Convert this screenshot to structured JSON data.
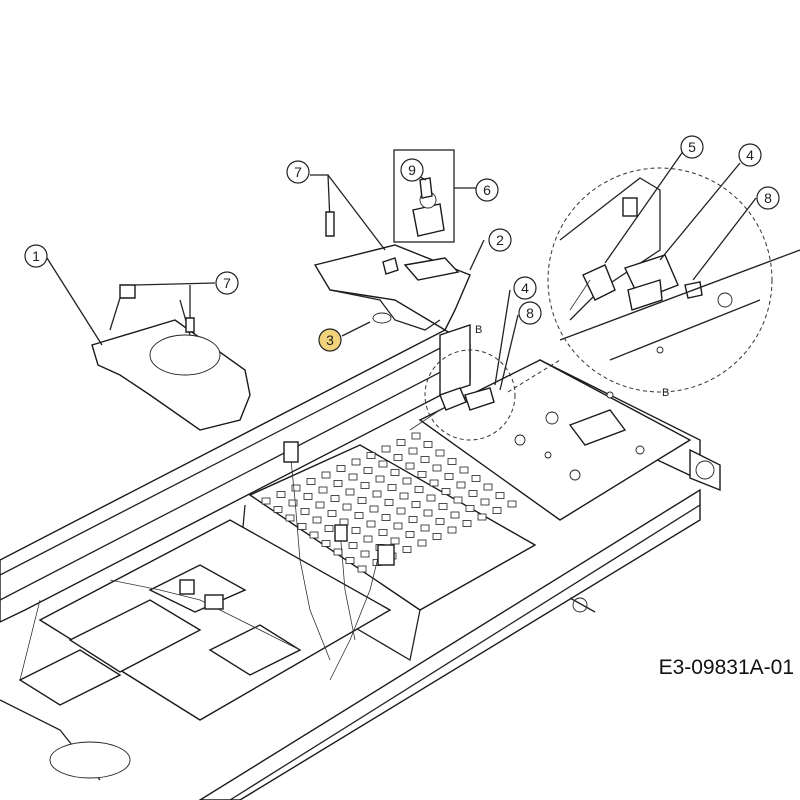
{
  "diagram_code": "E3-09831A-01",
  "callouts": {
    "c1": "1",
    "c2": "2",
    "c3": "3",
    "c4a": "4",
    "c4b": "4",
    "c5": "5",
    "c6": "6",
    "c7a": "7",
    "c7b": "7",
    "c8a": "8",
    "c8b": "8",
    "c9": "9"
  },
  "detail_label": "B",
  "colors": {
    "highlight": "#f2d27a",
    "line": "#222222"
  }
}
